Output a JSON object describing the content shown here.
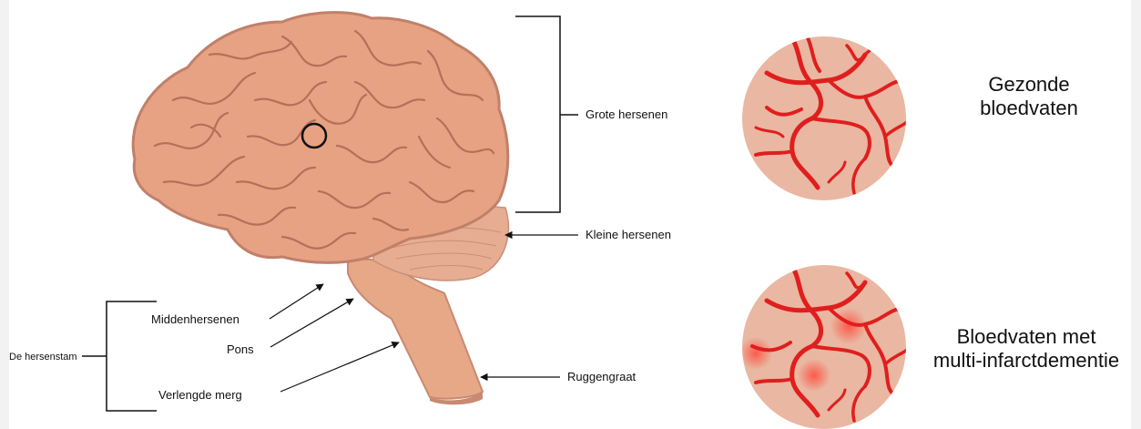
{
  "labels": {
    "cerebrum": "Grote hersenen",
    "cerebellum": "Kleine hersenen",
    "spinal_cord": "Ruggengraat",
    "midbrain": "Middenhersenen",
    "pons": "Pons",
    "medulla": "Verlengde merg",
    "brainstem": "De hersenstam"
  },
  "panels": {
    "healthy": {
      "line1": "Gezonde",
      "line2": "bloedvaten"
    },
    "infarct": {
      "line1": "Bloedvaten met",
      "line2": "multi-infarctdementie"
    }
  },
  "colors": {
    "brain": "#e6a283",
    "brain_outline": "#c0806a",
    "brain_folds": "#b3705a",
    "vessel_bg": "#e9b7a2",
    "vessel": "#e01e1e"
  }
}
